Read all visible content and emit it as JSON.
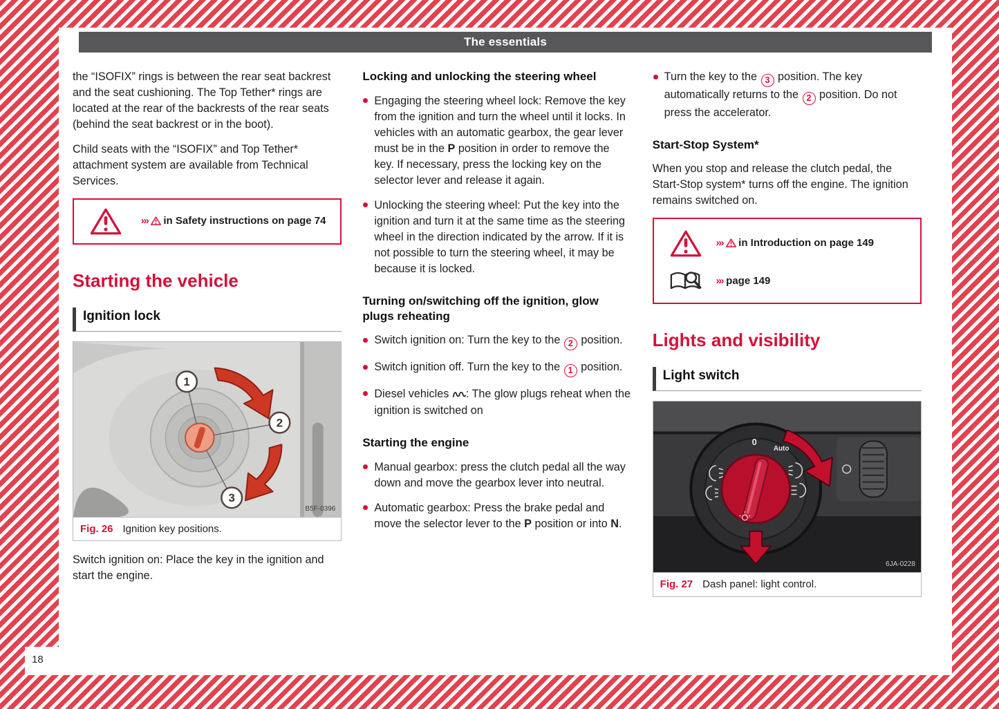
{
  "colors": {
    "accent_red": "#d2123a",
    "header_gray": "#57575a"
  },
  "header": {
    "title": "The essentials"
  },
  "page_number": "18",
  "col1": {
    "para1": "the “ISOFIX” rings is between the rear seat backrest and the seat cushioning. The Top Tether* rings are located at the rear of the backrests of the rear seats (behind the seat backrest or in the boot).",
    "para2": "Child seats with the “ISOFIX” and Top Tether* attachment system are available from Technical Services.",
    "warning": {
      "chevrons": "›››",
      "label": "in Safety instructions on page 74"
    },
    "section_heading": "Starting the vehicle",
    "subheading": "Ignition lock",
    "figure": {
      "label": "Fig. 26",
      "caption": "Ignition key positions.",
      "code": "B5F-0396",
      "key_positions": [
        "1",
        "2",
        "3"
      ]
    },
    "para3": "Switch ignition on: Place the key in the ignition and start the engine."
  },
  "col2": {
    "h1": "Locking and unlocking the steering wheel",
    "bullets1": [
      {
        "segs": [
          {
            "t": "Engaging the steering wheel lock: Remove the key from the ignition and turn the wheel until it locks. In vehicles with an automatic gearbox, the gear lever must be in the "
          },
          {
            "b": "P"
          },
          {
            "t": " position in order to remove the key. If necessary, press the locking key on the selector lever and release it again."
          }
        ]
      },
      {
        "segs": [
          {
            "t": "Unlocking the steering wheel: Put the key into the ignition and turn it at the same time as the steering wheel in the direction indicated by the arrow. If it is not possible to turn the steering wheel, it may be because it is locked."
          }
        ]
      }
    ],
    "h2": "Turning on/switching off the ignition, glow plugs reheating",
    "bullets2": [
      {
        "segs": [
          {
            "t": "Switch ignition on: Turn the key to the "
          },
          {
            "n": "2"
          },
          {
            "t": " position."
          }
        ]
      },
      {
        "segs": [
          {
            "t": "Switch ignition off. Turn the key to the "
          },
          {
            "n": "1"
          },
          {
            "t": " position."
          }
        ]
      },
      {
        "segs": [
          {
            "t": "Diesel vehicles "
          },
          {
            "i": "glow-plug"
          },
          {
            "t": ": The glow plugs reheat when the ignition is switched on"
          }
        ]
      }
    ],
    "h3": "Starting the engine",
    "bullets3": [
      {
        "segs": [
          {
            "t": "Manual gearbox: press the clutch pedal all the way down and move the gearbox lever into neutral."
          }
        ]
      },
      {
        "segs": [
          {
            "t": "Automatic gearbox: Press the brake pedal and move the selector lever to the "
          },
          {
            "b": "P"
          },
          {
            "t": " position or into "
          },
          {
            "b": "N"
          },
          {
            "t": "."
          }
        ]
      }
    ]
  },
  "col3": {
    "bullet_top": {
      "segs": [
        {
          "t": "Turn the key to the "
        },
        {
          "n": "3"
        },
        {
          "t": " position. The key automatically returns to the "
        },
        {
          "n": "2"
        },
        {
          "t": " position. Do not press the accelerator."
        }
      ]
    },
    "h1": "Start-Stop System*",
    "para1": "When you stop and release the clutch pedal, the Start-Stop system* turns off the engine. The ignition remains switched on.",
    "warning": {
      "chevrons": "›››",
      "label": "in Introduction on page 149"
    },
    "reference": {
      "chevrons": "›››",
      "label": "page 149"
    },
    "section_heading": "Lights and visibility",
    "subheading": "Light switch",
    "figure": {
      "label": "Fig. 27",
      "caption": "Dash panel: light control.",
      "code": "6JA-0228",
      "knob_labels": {
        "zero": "0",
        "auto": "Auto"
      }
    }
  }
}
